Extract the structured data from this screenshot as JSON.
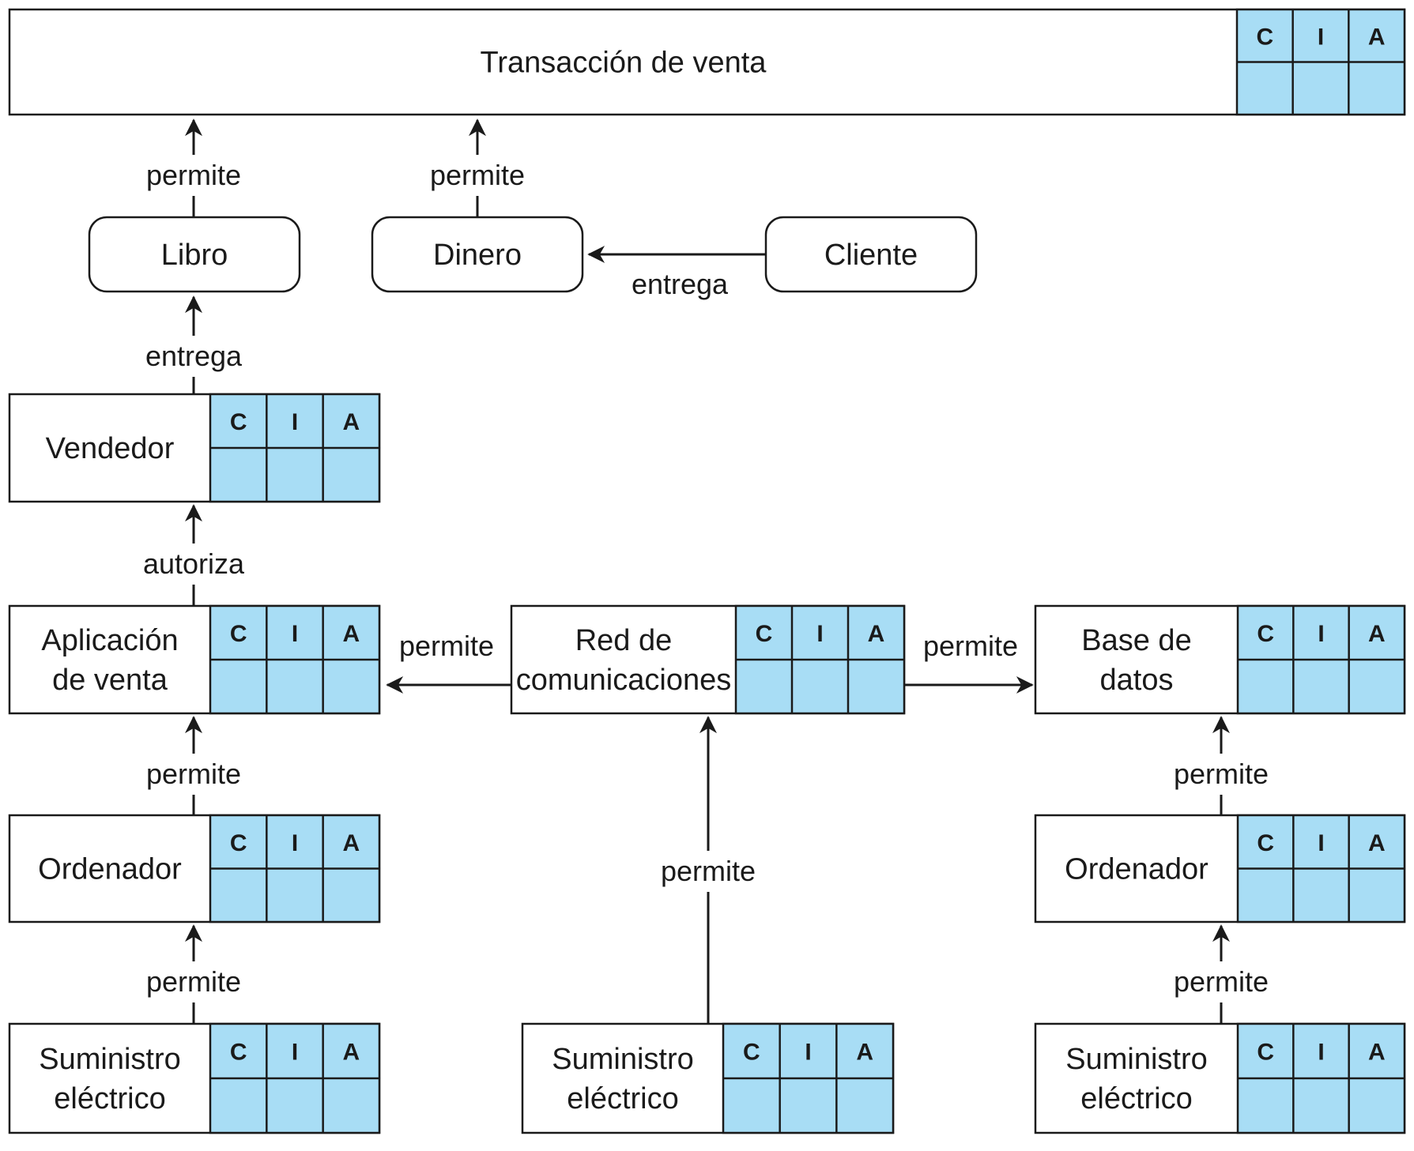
{
  "colors": {
    "cia_fill": "#a8ddf5",
    "stroke": "#1a1a1a",
    "background": "#ffffff"
  },
  "cia_labels": [
    "C",
    "I",
    "A"
  ],
  "nodes": {
    "transaccion": {
      "lines": [
        "Transacción de venta"
      ],
      "shape": "box-with-cia"
    },
    "libro": {
      "lines": [
        "Libro"
      ],
      "shape": "rounded"
    },
    "dinero": {
      "lines": [
        "Dinero"
      ],
      "shape": "rounded"
    },
    "cliente": {
      "lines": [
        "Cliente"
      ],
      "shape": "rounded"
    },
    "vendedor": {
      "lines": [
        "Vendedor"
      ],
      "shape": "box-with-cia"
    },
    "aplicacion": {
      "lines": [
        "Aplicación",
        "de venta"
      ],
      "shape": "box-with-cia"
    },
    "red": {
      "lines": [
        "Red de",
        "comunicaciones"
      ],
      "shape": "box-with-cia"
    },
    "base": {
      "lines": [
        "Base de",
        "datos"
      ],
      "shape": "box-with-cia"
    },
    "ordenador_izq": {
      "lines": [
        "Ordenador"
      ],
      "shape": "box-with-cia"
    },
    "ordenador_der": {
      "lines": [
        "Ordenador"
      ],
      "shape": "box-with-cia"
    },
    "suministro_izq": {
      "lines": [
        "Suministro",
        "eléctrico"
      ],
      "shape": "box-with-cia"
    },
    "suministro_centro": {
      "lines": [
        "Suministro",
        "eléctrico"
      ],
      "shape": "box-with-cia"
    },
    "suministro_der": {
      "lines": [
        "Suministro",
        "eléctrico"
      ],
      "shape": "box-with-cia"
    }
  },
  "edges": [
    {
      "from": "libro",
      "to": "transaccion",
      "label": "permite"
    },
    {
      "from": "dinero",
      "to": "transaccion",
      "label": "permite"
    },
    {
      "from": "cliente",
      "to": "dinero",
      "label": "entrega"
    },
    {
      "from": "vendedor",
      "to": "libro",
      "label": "entrega"
    },
    {
      "from": "aplicacion",
      "to": "vendedor",
      "label": "autoriza"
    },
    {
      "from": "red",
      "to": "aplicacion",
      "label": "permite"
    },
    {
      "from": "red",
      "to": "base",
      "label": "permite"
    },
    {
      "from": "ordenador_izq",
      "to": "aplicacion",
      "label": "permite"
    },
    {
      "from": "suministro_izq",
      "to": "ordenador_izq",
      "label": "permite"
    },
    {
      "from": "suministro_centro",
      "to": "red",
      "label": "permite"
    },
    {
      "from": "ordenador_der",
      "to": "base",
      "label": "permite"
    },
    {
      "from": "suministro_der",
      "to": "ordenador_der",
      "label": "permite"
    }
  ]
}
